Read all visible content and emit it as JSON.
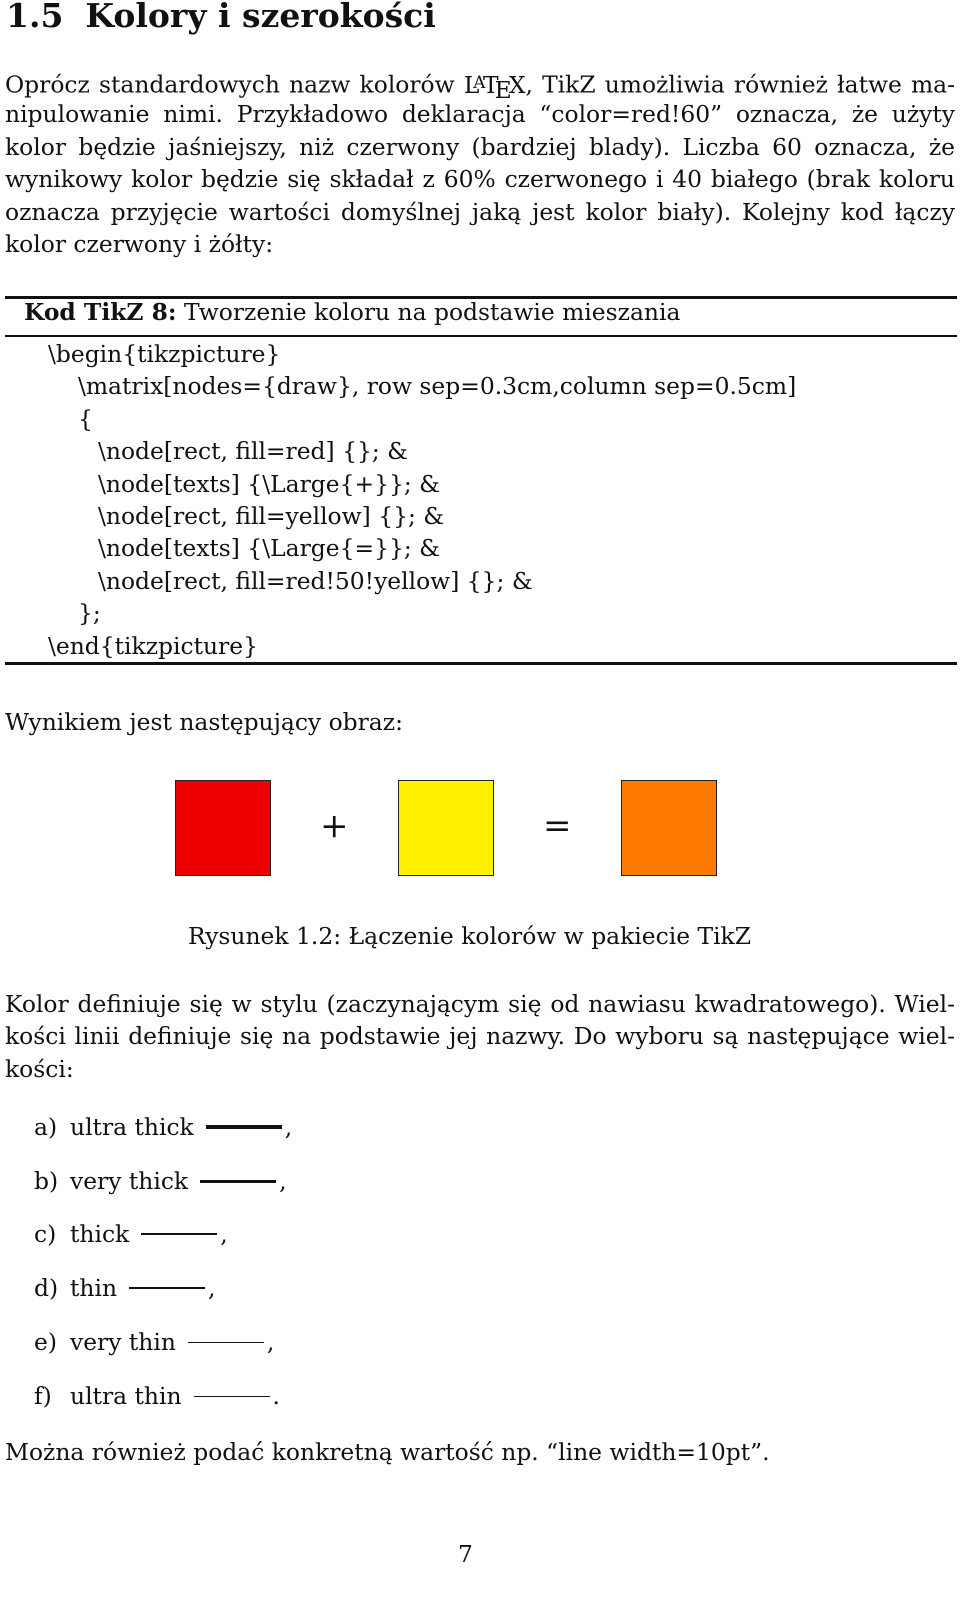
{
  "section": {
    "number": "1.5",
    "title": "Kolory i szerokości"
  },
  "intro_lines": [
    "Oprócz standardowych nazw kolorów",
    ", TikZ umożliwia również łatwe ma-",
    "nipulowanie nimi. Przykładowo deklaracja “color=red!60” oznacza, że użyty",
    "kolor będzie jaśniejszy, niż czerwony (bardziej blady). Liczba 60 oznacza, że",
    "wynikowy kolor będzie się składał z 60% czerwonego i 40 białego (brak koloru",
    "oznacza przyjęcie wartości domyślnej jaką jest kolor biały). Kolejny kod łączy",
    "kolor czerwony i żółty:"
  ],
  "latex_logo": {
    "l": "L",
    "a": "A",
    "t": "T",
    "e": "E",
    "x": "X"
  },
  "code_caption": {
    "label": "Kod TikZ 8:",
    "text": "Tworzenie koloru na podstawie mieszania"
  },
  "code_lines": [
    "\\begin{tikzpicture}",
    "   \\matrix[nodes={draw}, row sep=0.3cm,column sep=0.5cm]",
    "   {",
    "      \\node[rect, fill=red] {}; &",
    "      \\node[texts] {\\Large{+}}; &",
    "      \\node[rect, fill=yellow] {}; &",
    "      \\node[texts] {\\Large{=}}; &",
    "      \\node[rect, fill=red!50!yellow] {}; &",
    "   };",
    "\\end{tikzpicture}"
  ],
  "result_intro": "Wynikiem jest następujący obraz:",
  "figure": {
    "colors": {
      "red": "#ee0000",
      "yellow": "#fff000",
      "orange": "#ff7a00"
    },
    "plus": "+",
    "equals": "=",
    "caption": "Rysunek 1.2: Łączenie kolorów w pakiecie TikZ"
  },
  "style_lines": [
    "Kolor definiuje się w stylu (zaczynającym się od nawiasu kwadratowego). Wiel-",
    "kości linii definiuje się na podstawie jej nazwy. Do wyboru są następujące wiel-",
    "kości:"
  ],
  "widths": [
    {
      "label": "a)",
      "name": "ultra thick",
      "punct": ",",
      "level": "1.6pt"
    },
    {
      "label": "b)",
      "name": "very thick",
      "punct": ",",
      "level": "1.2pt"
    },
    {
      "label": "c)",
      "name": "thick",
      "punct": ",",
      "level": "0.8pt"
    },
    {
      "label": "d)",
      "name": "thin",
      "punct": ",",
      "level": "0.4pt"
    },
    {
      "label": "e)",
      "name": "very thin",
      "punct": ",",
      "level": "0.2pt"
    },
    {
      "label": "f)",
      "name": "ultra thin",
      "punct": ".",
      "level": "0.1pt"
    }
  ],
  "final_line": "Można również podać konkretną wartość np. “line width=10pt”.",
  "page_number": "7"
}
